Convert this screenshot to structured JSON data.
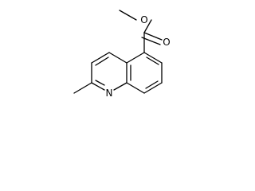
{
  "structure": {
    "atoms": {
      "ester_oxygen": "O",
      "carbonyl_oxygen": "O",
      "ring_nitrogen": "N"
    },
    "colors": {
      "bond": "#000000",
      "background": "#ffffff"
    }
  }
}
